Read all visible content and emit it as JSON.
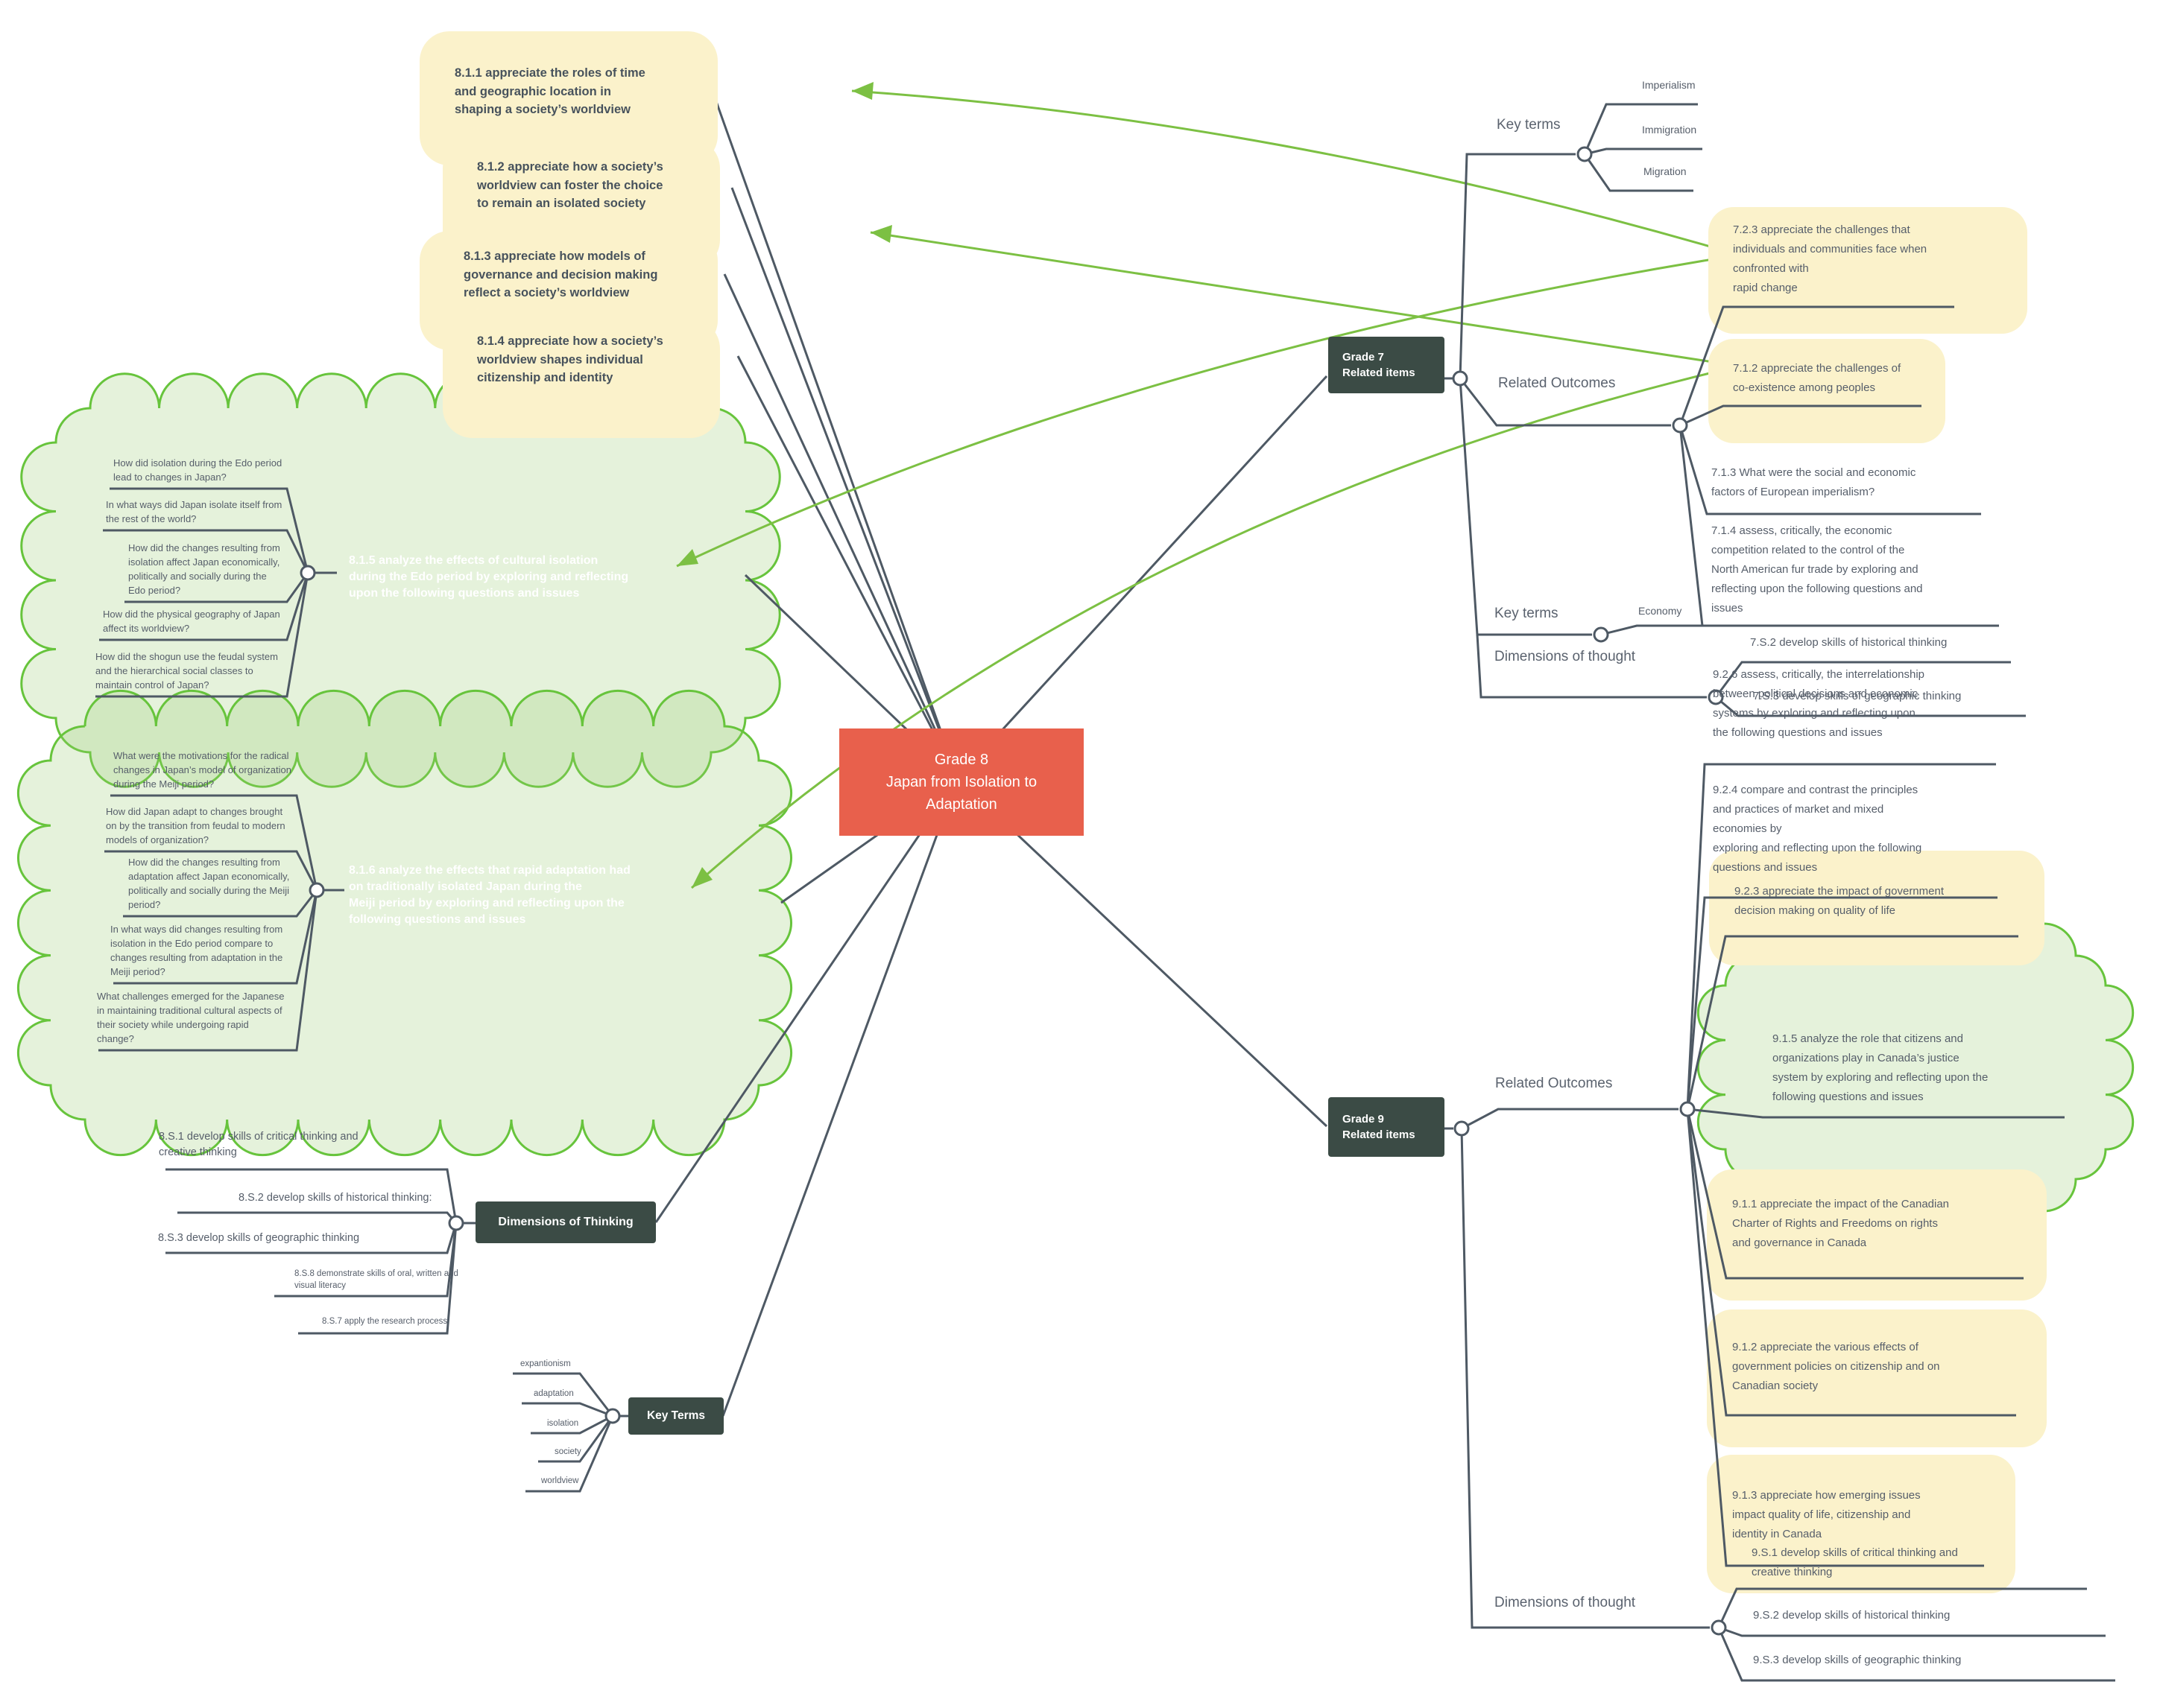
{
  "title": "Grade 8 Japan from Isolation to Adaptation mind map",
  "colors": {
    "accent_red": "#E8604C",
    "node_dark": "#3B4B45",
    "yellow_note": "#FBF2CB",
    "cloud_green_stroke": "#67C43C",
    "cloud_green_fill": "#E9F4DE",
    "line_dark": "#4E5964",
    "line_green": "#7CC043",
    "text_gray": "#565E6A"
  },
  "center": {
    "title_lines": [
      "Grade 8",
      "Japan from Isolation to",
      "Adaptation"
    ]
  },
  "grade8": {
    "outcomes": [
      "8.1.1 appreciate the roles of time\nand geographic location in\nshaping a society’s worldview",
      "8.1.2 appreciate how a society’s\nworldview can foster the choice\nto remain an isolated society",
      "8.1.3 appreciate how models of\ngovernance and decision making\nreflect a society’s worldview",
      "8.1.4 appreciate how a society’s\nworldview shapes individual\ncitizenship and identity"
    ],
    "o815": {
      "label": "8.1.5 analyze the effects of cultural isolation\nduring the Edo period by exploring and reflecting\nupon the following questions and issues",
      "questions": [
        "How did isolation during the Edo period\nlead to changes in Japan?",
        "In what ways did Japan isolate itself from\nthe rest of the world?",
        "How did the changes resulting from\nisolation affect Japan economically,\npolitically and socially during the\nEdo period?",
        "How did the physical geography of Japan\naffect its worldview?",
        "How did the shogun use the feudal system\nand the hierarchical social classes to\nmaintain control of Japan?"
      ]
    },
    "o816": {
      "label": "8.1.6 analyze the effects that rapid adaptation had\non traditionally isolated Japan during the\nMeiji period by exploring and reflecting upon the\nfollowing questions and issues",
      "questions": [
        "What were the motivations for the radical\nchanges in Japan’s model of organization\nduring the Meiji period?",
        "How did Japan adapt to changes brought\non by the transition from feudal to modern\nmodels of organization?",
        "How did the changes resulting from\nadaptation affect Japan economically,\npolitically and socially during the Meiji\nperiod?",
        "In what ways did changes resulting from\nisolation in the Edo period compare to\nchanges resulting from adaptation in the\nMeiji period?",
        "What challenges emerged for the Japanese\nin maintaining traditional cultural aspects of\ntheir society while undergoing rapid\nchange?"
      ]
    },
    "dimensions": {
      "label": "Dimensions of Thinking",
      "items": [
        "8.S.1 develop skills of critical thinking and\ncreative thinking",
        "8.S.2 develop skills of historical thinking:",
        "8.S.3 develop skills of geographic thinking",
        "8.S.8 demonstrate skills of oral, written and\nvisual literacy",
        "8.S.7 apply the research process"
      ]
    },
    "key_terms": {
      "label": "Key Terms",
      "items": [
        "expantionism",
        "adaptation",
        "isolation",
        "society",
        "worldview"
      ]
    }
  },
  "grade7": {
    "node_lines": [
      "Grade 7",
      "Related items"
    ],
    "key_terms": {
      "label": "Key terms",
      "items": [
        "Imperialism",
        "Immigration",
        "Migration"
      ]
    },
    "related_outcomes": {
      "label": "Related Outcomes",
      "items": [
        "7.2.3 appreciate the challenges that\nindividuals and communities face when\nconfronted with\nrapid change",
        "7.1.2 appreciate the challenges of\nco-existence among peoples",
        "7.1.3 What were the social and economic\nfactors of European imperialism?",
        "7.1.4 assess, critically, the economic\ncompetition related to the control of the\nNorth American fur trade by exploring and\nreflecting upon the following questions and\nissues"
      ]
    },
    "dimensions": {
      "label": "Dimensions of thought",
      "key_terms_label": "Key terms",
      "economy": "Economy",
      "items": [
        "7.S.2 develop skills of historical thinking",
        "7.S.3 develop skills of geographic thinking"
      ]
    }
  },
  "grade9": {
    "node_lines": [
      "Grade 9",
      "Related items"
    ],
    "related_outcomes": {
      "label": "Related Outcomes",
      "items": [
        "9.2.6 assess, critically, the interrelationship\nbetween political decisions and economic\nsystems by exploring and reflecting upon\nthe following questions and issues",
        "9.2.4 compare and contrast the principles\nand practices of market and mixed\neconomies by\nexploring and reflecting upon the following\nquestions and issues",
        "9.2.3 appreciate the impact of government\ndecision making on quality of life",
        "9.1.5 analyze the role that citizens and\norganizations play in Canada’s justice\nsystem by exploring and reflecting upon the\nfollowing questions and issues",
        "9.1.1 appreciate the impact of the Canadian\nCharter of Rights and Freedoms on rights\nand governance in Canada",
        "9.1.2 appreciate the various effects of\ngovernment policies on citizenship and on\nCanadian society",
        "9.1.3 appreciate how emerging issues\nimpact quality of life, citizenship and\nidentity in Canada"
      ]
    },
    "dimensions": {
      "label": "Dimensions of thought",
      "items": [
        "9.S.1 develop skills of critical thinking and\ncreative thinking",
        "9.S.2 develop skills of historical thinking",
        "9.S.3 develop skills of geographic thinking"
      ]
    }
  }
}
